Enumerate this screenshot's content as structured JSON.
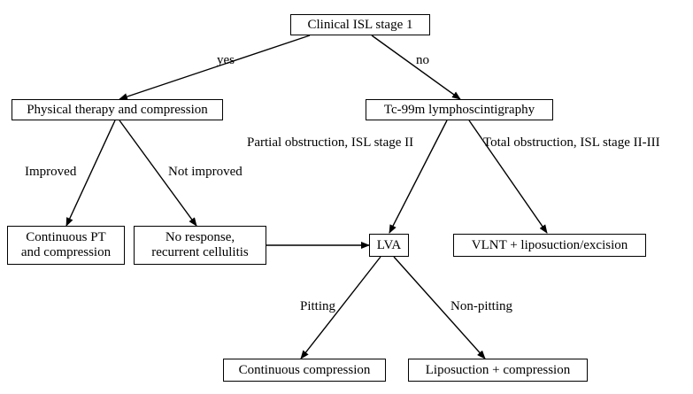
{
  "nodes": {
    "stage1": "Clinical ISL stage 1",
    "physical": "Physical therapy and compression",
    "lympho": "Tc-99m lymphoscintigraphy",
    "continuous_pt": [
      "Continuous PT",
      "and compression"
    ],
    "no_response": [
      "No response,",
      "recurrent cellulitis"
    ],
    "lva": "LVA",
    "vlnt": "VLNT + liposuction/excision",
    "cont_compression": "Continuous compression",
    "lipo_compression": "Liposuction + compression"
  },
  "edge_labels": {
    "yes": "yes",
    "no": "no",
    "improved": "Improved",
    "not_improved": "Not improved",
    "partial": "Partial obstruction, ISL stage II",
    "total": "Total obstruction, ISL stage II-III",
    "pitting": "Pitting",
    "non_pitting": "Non-pitting"
  }
}
